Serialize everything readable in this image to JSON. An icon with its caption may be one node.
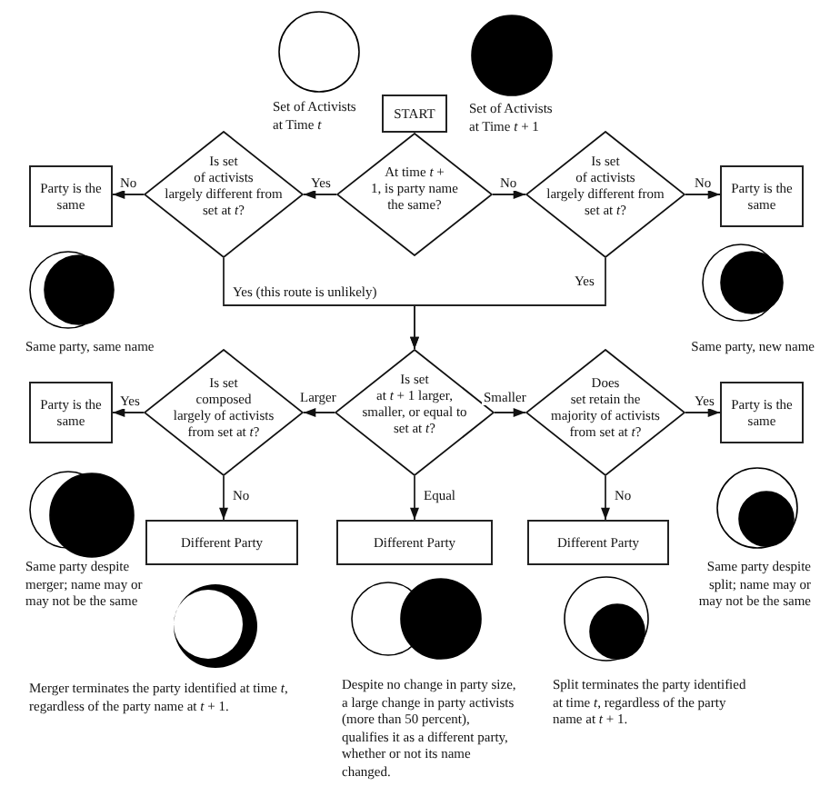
{
  "diagram": {
    "nodes": [
      {
        "text": [
          "START"
        ]
      },
      {
        "text": [
          "Party is the same"
        ]
      },
      {
        "text": [
          "Is set of activists largely different from set at *t*?"
        ]
      },
      {
        "text": [
          "At time *t* + 1, is party name the same?"
        ]
      },
      {
        "text": [
          "Is set of activists largely different from set at *t*?"
        ]
      },
      {
        "text": [
          "Party is the same"
        ]
      },
      {
        "text": [
          "Party is the same"
        ]
      },
      {
        "text": [
          "Is set composed largely of activists from set at *t*?"
        ]
      },
      {
        "text": [
          "Is set at *t* + 1 larger, smaller, or equal to set at *t*?"
        ]
      },
      {
        "text": [
          "Does set retain the majority of activists from set at *t*?"
        ]
      },
      {
        "text": [
          "Party is the same"
        ]
      },
      {
        "text": [
          "Different Party"
        ]
      },
      {
        "text": [
          "Different Party"
        ]
      },
      {
        "text": [
          "Different Party"
        ]
      }
    ],
    "edges": [
      {
        "from": 3,
        "to": 2,
        "arrow": "to",
        "label": "Yes"
      },
      {
        "from": 3,
        "to": 4,
        "arrow": "to",
        "label": "No"
      },
      {
        "from": 2,
        "to": 1,
        "arrow": "to",
        "label": "No"
      },
      {
        "from": 4,
        "to": 5,
        "arrow": "to",
        "label": "No"
      },
      {
        "from": 2,
        "to": 8,
        "arrow": "to",
        "label": "Yes (this route is unlikely)"
      },
      {
        "from": 4,
        "to": 8,
        "arrow": "to",
        "label": "Yes"
      },
      {
        "from": 8,
        "to": 7,
        "arrow": "to",
        "label": "Larger"
      },
      {
        "from": 8,
        "to": 9,
        "arrow": "to",
        "label": "Smaller"
      },
      {
        "from": 7,
        "to": 6,
        "arrow": "to",
        "label": "Yes"
      },
      {
        "from": 9,
        "to": 10,
        "arrow": "to",
        "label": "Yes"
      },
      {
        "from": 7,
        "to": 11,
        "arrow": "to",
        "label": "No"
      },
      {
        "from": 8,
        "to": 12,
        "arrow": "to",
        "label": "Equal"
      },
      {
        "from": 9,
        "to": 13,
        "arrow": "to",
        "label": "No"
      }
    ],
    "labels": [
      "Set of Activists at Time *t*",
      "Set of Activists at Time *t* + 1",
      "Same party, same name",
      "Same party, new name",
      "Same party despite merger; name may or may not be the same",
      "Same party despite split; name may or may not be the same",
      "Merger terminates the party identified at time *t*, regardless of the party name at *t* + 1.",
      "Despite no change in party size, a large change in party activists (more than 50 percent), qualifies it as a different party, whether or not its name changed.",
      "Split terminates the party identified at time *t*, regardless of the party name at *t* + 1."
    ]
  }
}
